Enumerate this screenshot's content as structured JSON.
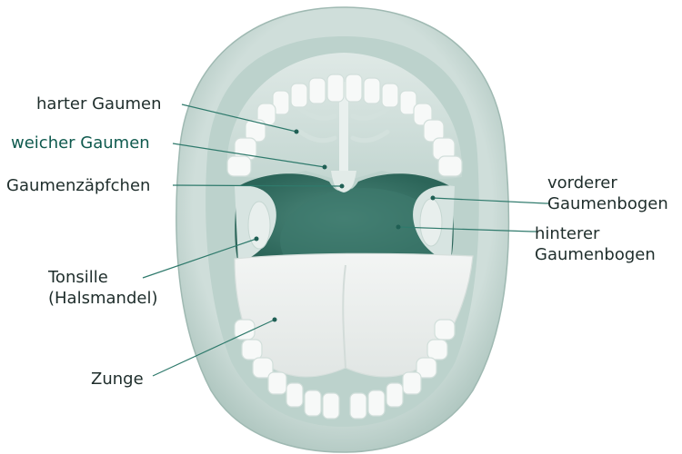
{
  "colors": {
    "label_text": "#0f5a4e",
    "leader_line": "#2f7a6c",
    "lips": "#b9cdc7",
    "throat": "#2f6e62",
    "tongue": "#eceeed",
    "teeth": "#f4f6f5"
  },
  "labels": {
    "harter_gaumen": "harter Gaumen",
    "weicher_gaumen": "weicher Gaumen",
    "zaepfchen": "Gaumenzäpfchen",
    "tonsille_1": "Tonsille",
    "tonsille_2": "(Halsmandel)",
    "zunge": "Zunge",
    "vorderer_1": "vorderer",
    "vorderer_2": "Gaumenbogen",
    "hinterer_1": "hinterer",
    "hinterer_2": "Gaumenbogen"
  }
}
